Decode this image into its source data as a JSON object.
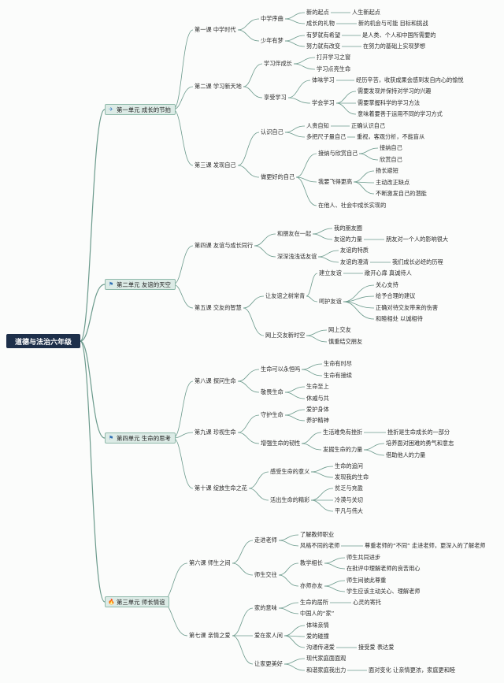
{
  "root": "道德与法治六年级",
  "colors": {
    "branch": "#6b9a8c",
    "root_bg": "#1d2f4a",
    "unit_bg": "#dcebe6"
  },
  "units": [
    {
      "label": "第一单元 成长的节拍",
      "icon": "paper-plane-icon",
      "glyph": "✈",
      "color": "#4a86c5"
    },
    {
      "label": "第二单元 友谊的天空",
      "icon": "flag-icon",
      "glyph": "⚑",
      "color": "#2f6fb5"
    },
    {
      "label": "第四单元 生命的思考",
      "icon": "flag-icon",
      "glyph": "⚑",
      "color": "#2f6fb5"
    },
    {
      "label": "第三单元 师长情谊",
      "icon": "flame-icon",
      "glyph": "🔥",
      "color": "#e05a2a"
    }
  ],
  "n": [
    "第一课 中学时代",
    "中学序曲",
    "新的起点",
    "人生新起点",
    "成长的礼物",
    "新的机会与可能 目标和挑战",
    "少年有梦",
    "有梦就有希望",
    "是人类、个人和中国所需要的",
    "努力就有改变",
    "在努力的基础上实现梦想",
    "第二课 学习新天地",
    "学习伴成长",
    "打开学习之窗",
    "学习点亮生命",
    "享受学习",
    "体味学习",
    "经历辛苦，收获成果会感到发自内心的愉悦",
    "学会学习",
    "需要发现并保持对学习的兴趣",
    "需要掌握科学的学习方法",
    "意味着要善于运用不同的学习方式",
    "第三课 发现自己",
    "认识自己",
    "人贵自知",
    "正确认识自己",
    "多把尺子量自己",
    "重视，客观分析，不能盲从",
    "做更好的自己",
    "接纳与欣赏自己",
    "接纳自己",
    "欣赏自己",
    "我要飞得更高",
    "扬长避短",
    "主动改正缺点",
    "不断激发自己的潜能",
    "在他人、社会中成长实现的",
    "第四课 友谊与成长同行",
    "和朋友在一起",
    "我的朋友圈",
    "友谊的力量",
    "朋友对一个人的影响很大",
    "深深浅浅话友谊",
    "友谊的特质",
    "友谊的澄清",
    "我们成长必经的历程",
    "第五课 交友的智慧",
    "让友谊之树常青",
    "建立友谊",
    "敞开心扉 真诚待人",
    "呵护友谊",
    "关心支持",
    "给予合理的建议",
    "正确对待交友带来的伤害",
    "和睦相处 以诚相待",
    "网上交友新时空",
    "网上交友",
    "慎重结交朋友",
    "第八课 探问生命",
    "生命可以永恒吗",
    "生命有时尽",
    "生命有接续",
    "敬畏生命",
    "生命至上",
    "休戚与共",
    "第九课 珍视生命",
    "守护生命",
    "爱护身体",
    "养护精神",
    "增强生命的韧性",
    "生活难免有挫折",
    "挫折是生命成长的一部分",
    "发掘生命的力量",
    "培养面对困难的勇气和意志",
    "借助他人的力量",
    "第十课 绽放生命之花",
    "感受生命的意义",
    "生命的追问",
    "发现我的生命",
    "活出生命的精彩",
    "贫乏与充盈",
    "冷漠与关切",
    "平凡与伟大",
    "第六课 师生之间",
    "走进老师",
    "了解教师职业",
    "风格不同的老师",
    "尊重老师的“不同” 走进老师，更深入的了解老师",
    "师生交往",
    "教学相长",
    "师生共同进步",
    "在批评中理解老师的良苦用心",
    "亦师亦友",
    "师生间彼此尊重",
    "学生应该主动关心、理解老师",
    "第七课 亲情之爱",
    "家的意味",
    "生命的居所",
    "心灵的寄托",
    "中国人的“家”",
    "爱在家人间",
    "体味亲情",
    "爱的碰撞",
    "沟通传递爱",
    "接受爱 表达爱",
    "让家更美好",
    "现代家庭面面观",
    "和谐家庭我出力",
    "面对变化 让亲情更浓，家庭更和睦"
  ]
}
